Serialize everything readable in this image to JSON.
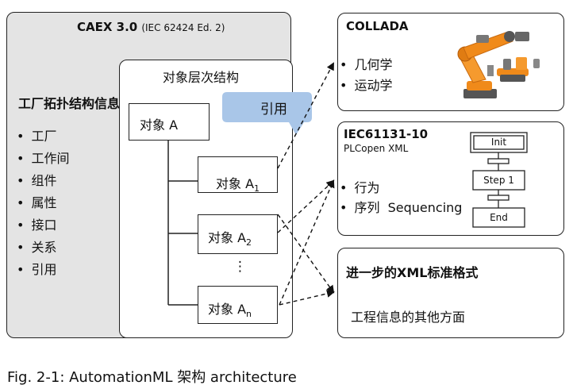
{
  "caex": {
    "title": "CAEX 3.0",
    "subtitle": "(IEC 62424 Ed. 2)",
    "plant_title": "工厂拓扑结构信息",
    "plant_items": [
      "工厂",
      "工作间",
      "组件",
      "属性",
      "接口",
      "关系",
      "引用"
    ],
    "hierarchy_title": "对象层次结构",
    "callout": "引用",
    "obj_a": "对象 A",
    "obj_a1": "对象 A",
    "obj_a1_sub": "1",
    "obj_a2": "对象 A",
    "obj_a2_sub": "2",
    "obj_an": "对象 A",
    "obj_an_sub": "n",
    "ellipsis": "⋮"
  },
  "collada": {
    "title": "COLLADA",
    "items": [
      "几何学",
      "运动学"
    ]
  },
  "iec": {
    "title": "IEC61131-10",
    "subtitle": "PLCopen XML",
    "items": [
      "行为",
      "序列  Sequencing"
    ],
    "sfc": {
      "init": "Init",
      "step1": "Step 1",
      "end": "End"
    }
  },
  "xml": {
    "title": "进一步的XML标准格式",
    "desc": "工程信息的其他方面"
  },
  "caption": "Fig. 2-1: AutomationML 架构 architecture",
  "colors": {
    "caex_bg": "#e4e4e4",
    "callout": "#a9c6e8",
    "robot": "#f08a1a"
  }
}
